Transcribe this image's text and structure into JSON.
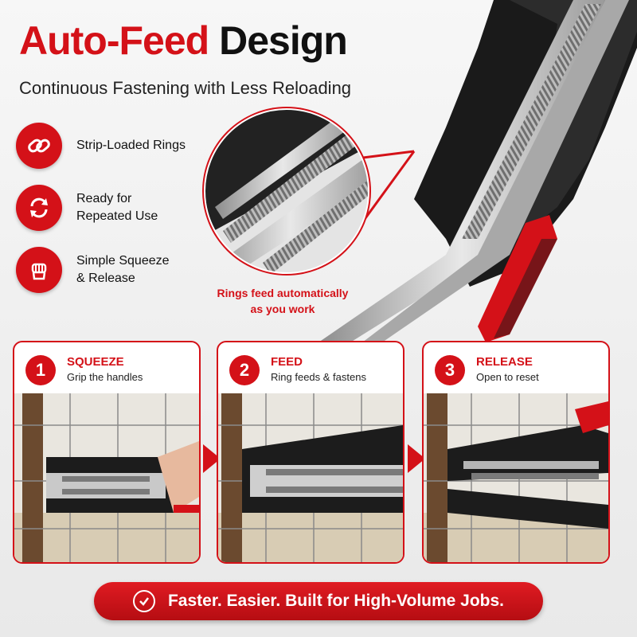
{
  "header": {
    "title_highlight": "Auto-Feed",
    "title_rest": "Design",
    "subtitle": "Continuous Fastening with Less Reloading"
  },
  "features": [
    {
      "label": "Strip-Loaded Rings",
      "icon": "chain-link-icon"
    },
    {
      "label": "Ready for Repeated Use",
      "icon": "refresh-icon"
    },
    {
      "label": "Simple Squeeze & Release",
      "icon": "fist-icon"
    }
  ],
  "callout": {
    "line1": "Rings feed automatically",
    "line2": "as you work"
  },
  "steps": [
    {
      "number": "1",
      "title": "SQUEEZE",
      "description": "Grip the handles"
    },
    {
      "number": "2",
      "title": "FEED",
      "description": "Ring feeds & fastens"
    },
    {
      "number": "3",
      "title": "RELEASE",
      "description": "Open to reset"
    }
  ],
  "banner": {
    "text": "Faster. Easier. Built for High-Volume Jobs.",
    "icon": "check-circle-icon"
  },
  "colors": {
    "accent": "#d41118",
    "title_dark": "#111111",
    "tool_body": "#1a1a1a",
    "background": "#f1f1f1"
  }
}
